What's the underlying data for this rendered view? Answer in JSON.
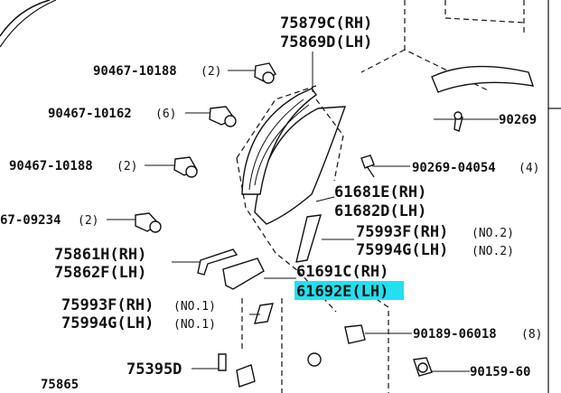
{
  "highlight_color": "#22e0f0",
  "labels": {
    "p75879c": "75879C(RH)",
    "p75869d": "75869D(LH)",
    "b1": "90467-10188",
    "b1q": "(2)",
    "b2": "90467-10162",
    "b2q": "(6)",
    "b3": "90467-10188",
    "b3q": "(2)",
    "b4": "67-09234",
    "b4q": "(2)",
    "p90269": "90269",
    "p90269b": "90269-04054",
    "p90269bq": "(4)",
    "p61681e": "61681E(RH)",
    "p61682d": "61682D(LH)",
    "p75993f_a": "75993F(RH)",
    "p75993f_a_n": "(NO.2)",
    "p75994g_a": "75994G(LH)",
    "p75994g_a_n": "(NO.2)",
    "p75861h": "75861H(RH)",
    "p75862f": "75862F(LH)",
    "p61691c": "61691C(RH)",
    "p61692e": "61692E(LH)",
    "p75993f_b": "75993F(RH)",
    "p75993f_b_n": "(NO.1)",
    "p75994g_b": "75994G(LH)",
    "p75994g_b_n": "(NO.1)",
    "p90189": "90189-06018",
    "p90189q": "(8)",
    "p75395d": "75395D",
    "p75865": "75865",
    "p90159": "90159-60"
  }
}
